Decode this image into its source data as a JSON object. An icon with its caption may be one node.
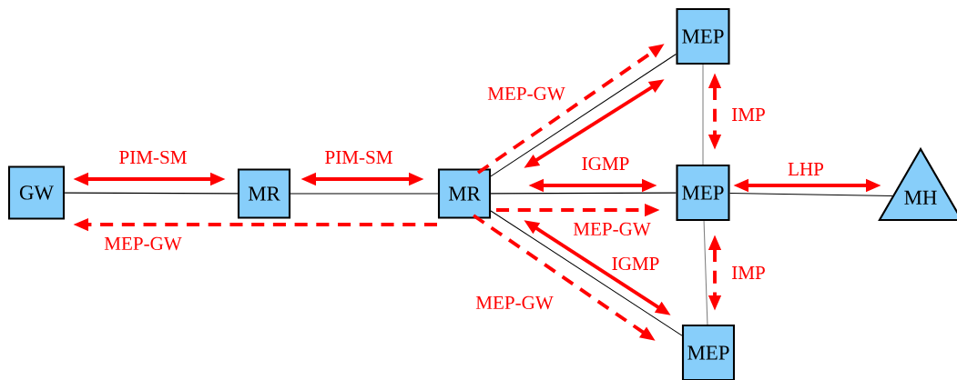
{
  "diagram": {
    "nodes": [
      {
        "text": [
          "GW"
        ]
      },
      {
        "text": [
          "MR"
        ]
      },
      {
        "text": [
          "MR"
        ]
      },
      {
        "text": [
          "MEP"
        ]
      },
      {
        "text": [
          "MEP"
        ]
      },
      {
        "text": [
          "MEP"
        ]
      },
      {
        "text": [
          "MH"
        ]
      }
    ],
    "edges": [
      {
        "from": 0,
        "to": 1,
        "arrow": "none",
        "color": "#000000"
      },
      {
        "from": 1,
        "to": 2,
        "arrow": "none",
        "color": "#000000"
      },
      {
        "from": 2,
        "to": 3,
        "arrow": "none",
        "color": "#000000"
      },
      {
        "from": 2,
        "to": 4,
        "arrow": "none",
        "color": "#000000"
      },
      {
        "from": 2,
        "to": 5,
        "arrow": "none",
        "color": "#000000"
      },
      {
        "from": 3,
        "to": 4,
        "arrow": "none",
        "color": "#808080"
      },
      {
        "from": 4,
        "to": 5,
        "arrow": "none",
        "color": "#808080"
      },
      {
        "from": 4,
        "to": 6,
        "arrow": "none",
        "color": "#000000"
      },
      {
        "from": 0,
        "to": 1,
        "arrow": "both",
        "label": "PIM-SM"
      },
      {
        "from": 1,
        "to": 2,
        "arrow": "both",
        "label": "PIM-SM"
      },
      {
        "from": 2,
        "to": 0,
        "arrow": "to",
        "label": "MEP-GW",
        "style": "dashed"
      },
      {
        "from": 2,
        "to": 3,
        "arrow": "to",
        "label": "MEP-GW",
        "style": "dashed"
      },
      {
        "from": 2,
        "to": 3,
        "arrow": "both"
      },
      {
        "from": 2,
        "to": 4,
        "arrow": "both",
        "label": "IGMP"
      },
      {
        "from": 2,
        "to": 4,
        "arrow": "to",
        "label": "MEP-GW",
        "style": "dashed"
      },
      {
        "from": 2,
        "to": 5,
        "arrow": "both",
        "label": "IGMP"
      },
      {
        "from": 2,
        "to": 5,
        "arrow": "to",
        "label": "MEP-GW",
        "style": "dashed"
      },
      {
        "from": 3,
        "to": 4,
        "arrow": "both",
        "label": "IMP",
        "style": "dashed"
      },
      {
        "from": 4,
        "to": 5,
        "arrow": "both",
        "label": "IMP",
        "style": "dashed"
      },
      {
        "from": 4,
        "to": 6,
        "arrow": "both",
        "label": "LHP"
      }
    ]
  }
}
